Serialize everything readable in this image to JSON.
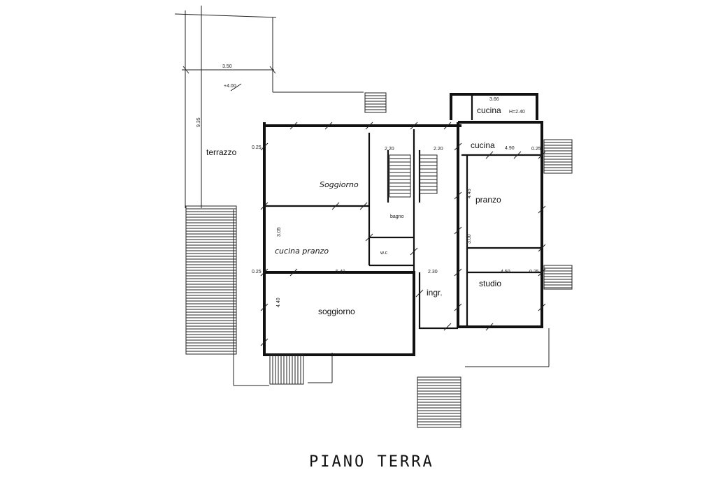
{
  "title": "PIANO TERRA",
  "rooms": {
    "terrazzo": "terrazzo",
    "soggiorno_upper": "Soggiorno",
    "cucina_pranzo": "cucina pranzo",
    "bagno": "bagno",
    "wc": "w.c",
    "soggiorno_lower": "soggiorno",
    "cucina_top": "cucina",
    "cucina_top_height": "H=2.40",
    "cucina": "cucina",
    "pranzo": "pranzo",
    "ingr": "ingr.",
    "studio": "studio"
  },
  "dimensions": {
    "terrace_width": "3.50",
    "terrace_height": "9.35",
    "level": "+4.00",
    "cucina_width": "3.66",
    "stair_w1": "2.20",
    "stair_w2": "2.20",
    "cucina_depth": "4.90",
    "pranzo_height": "4.45",
    "cp_height": "3.05",
    "sogg_width": "5.40",
    "ingr_width": "2.30",
    "studio_width": "4.50",
    "sogg_height": "4.40",
    "pranzo_h2": "3.00",
    "wall_a": "0.25",
    "wall_b": "0.25",
    "wall_c": "0.25",
    "wall_d": "0.25"
  }
}
